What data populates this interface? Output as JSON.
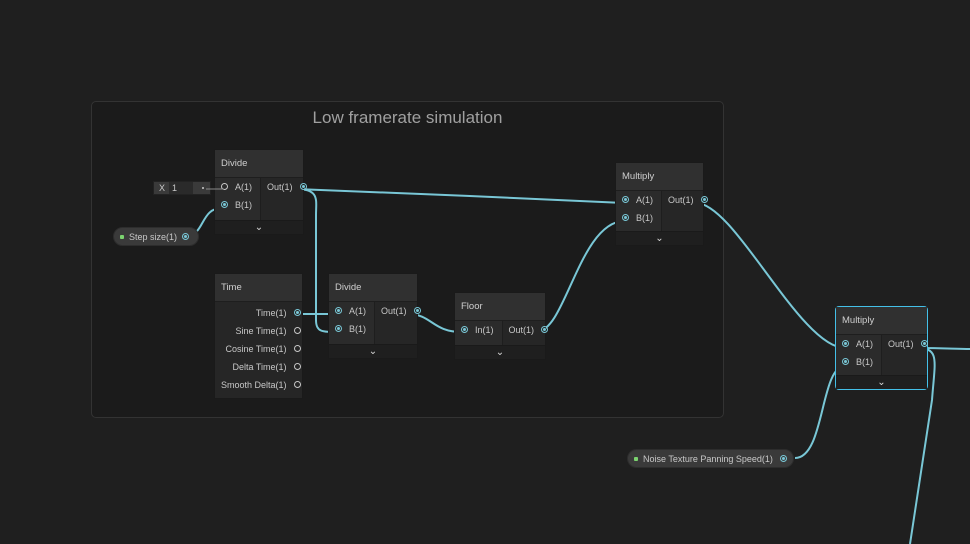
{
  "group": {
    "title": "Low framerate simulation"
  },
  "nodes": {
    "divide1": {
      "title": "Divide",
      "inputs": [
        "A(1)",
        "B(1)"
      ],
      "outputs": [
        "Out(1)"
      ]
    },
    "time": {
      "title": "Time",
      "outputs": [
        "Time(1)",
        "Sine Time(1)",
        "Cosine Time(1)",
        "Delta Time(1)",
        "Smooth Delta(1)"
      ]
    },
    "divide2": {
      "title": "Divide",
      "inputs": [
        "A(1)",
        "B(1)"
      ],
      "outputs": [
        "Out(1)"
      ]
    },
    "floor": {
      "title": "Floor",
      "inputs": [
        "In(1)"
      ],
      "outputs": [
        "Out(1)"
      ]
    },
    "multiply1": {
      "title": "Multiply",
      "inputs": [
        "A(1)",
        "B(1)"
      ],
      "outputs": [
        "Out(1)"
      ]
    },
    "multiply2": {
      "title": "Multiply",
      "inputs": [
        "A(1)",
        "B(1)"
      ],
      "outputs": [
        "Out(1)"
      ]
    }
  },
  "inline_input": {
    "label": "X",
    "value": "1"
  },
  "properties": {
    "step_size": "Step size(1)",
    "noise_speed": "Noise Texture Panning Speed(1)"
  },
  "colors": {
    "wire": "#79c7d6",
    "selected_border": "#44c0e8",
    "property_marker": "#7bd36f"
  },
  "icons": {
    "expander": "chevron-down-icon"
  },
  "chevron": "⌄"
}
